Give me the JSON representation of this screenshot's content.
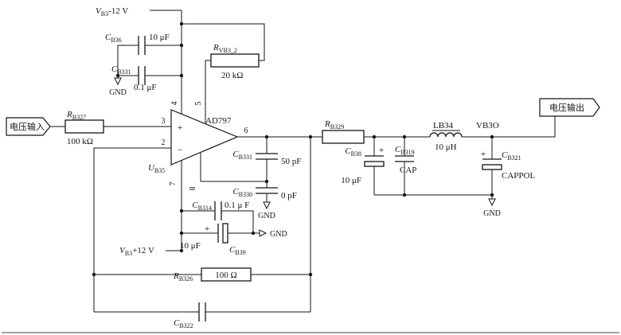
{
  "ports": {
    "input_label": "电压输入",
    "output_label": "电压输出"
  },
  "power": {
    "vneg": {
      "sym": "V",
      "sub": "B3",
      "val": "-12 V"
    },
    "vpos": {
      "sym": "V",
      "sub": "B3",
      "val": "+12 V"
    }
  },
  "opamp": {
    "part": "AD797",
    "ref": {
      "sym": "U",
      "sub": "B35"
    },
    "plus": "+",
    "minus": "−",
    "pin3": "3",
    "pin2": "2",
    "pin6": "6",
    "pin4": "4",
    "pin5": "5",
    "pin7": "7",
    "pin8": "8"
  },
  "r327": {
    "sym": "R",
    "sub": "B327",
    "value": "100 kΩ"
  },
  "rvb3_2": {
    "sym": "R",
    "sub": "VB3_2",
    "value": "20 kΩ"
  },
  "r326": {
    "sym": "R",
    "sub": "B326",
    "value": "100 Ω"
  },
  "r329": {
    "sym": "R",
    "sub": "B329"
  },
  "c36": {
    "sym": "C",
    "sub": "B36",
    "value": "10 μF"
  },
  "c331a": {
    "sym": "C",
    "sub": "B331",
    "value": "0.1 μF"
  },
  "c331b": {
    "sym": "C",
    "sub": "B331",
    "value": "50 pF"
  },
  "c330": {
    "sym": "C",
    "sub": "B330",
    "value": "0 pF"
  },
  "c314": {
    "sym": "C",
    "sub": "B314",
    "value": "0.1 μ F"
  },
  "c39": {
    "sym": "C",
    "sub": "B39",
    "value": "10 μF",
    "plus": "+"
  },
  "c322": {
    "sym": "C",
    "sub": "B322"
  },
  "c38": {
    "sym": "C",
    "sub": "B38",
    "value": "10 μF",
    "plus": "+"
  },
  "c319": {
    "sym": "C",
    "sub": "B319",
    "value": "CAP"
  },
  "c321": {
    "sym": "C",
    "sub": "B321",
    "value": "CAPPOL",
    "plus": "+"
  },
  "l34": {
    "name": "LB34",
    "value": "10 μH"
  },
  "net_vb3o": "VB3O",
  "gnd": "GND"
}
